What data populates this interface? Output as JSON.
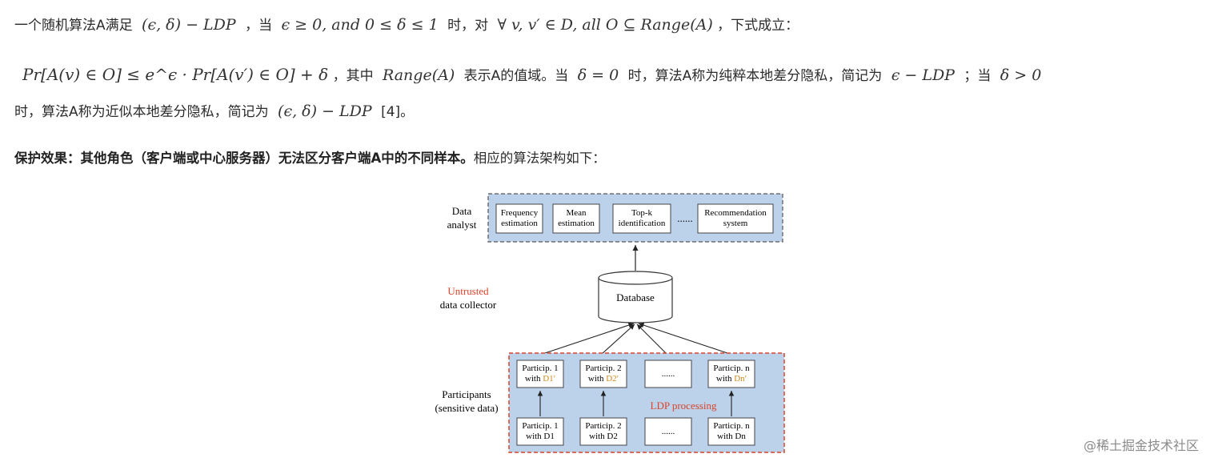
{
  "paragraph1": {
    "t1": "一个随机算法A满足",
    "m1": "(ϵ, δ) − LDP",
    "t2": "，当",
    "m2": "ϵ ≥ 0, and 0 ≤ δ ≤ 1",
    "t3": "时，对",
    "m3": "∀ v, v′ ∈ D, all O ⊆ Range(A)",
    "t4": "，下式成立："
  },
  "paragraph2": {
    "m1": "Pr[A(v) ∈ O] ≤ e^ϵ · Pr[A(v′) ∈ O] + δ",
    "t1": "，其中",
    "m2": "Range(A)",
    "t2": "表示A的值域。当",
    "m3": "δ = 0",
    "t3": "时，算法A称为纯粹本地差分隐私，简记为",
    "m4": "ϵ − LDP",
    "t4": "；当",
    "m5": "δ > 0"
  },
  "paragraph3": {
    "t1": "时，算法A称为近似本地差分隐私，简记为",
    "m1": "(ϵ, δ) − LDP",
    "t2": "[4]。"
  },
  "paragraph4": {
    "bold": "保护效果：其他角色（客户端或中心服务器）无法区分客户端A中的不同样本。",
    "normal": "相应的算法架构如下："
  },
  "diagram": {
    "analyst_label_1": "Data",
    "analyst_label_2": "analyst",
    "boxes_top": [
      {
        "l1": "Frequency",
        "l2": "estimation"
      },
      {
        "l1": "Mean",
        "l2": "estimation"
      },
      {
        "l1": "Top-k",
        "l2": "identification"
      },
      {
        "l1": "Recommendation",
        "l2": "system"
      }
    ],
    "ellipsis": "......",
    "collector_label_1": "Untrusted",
    "collector_label_2": "data collector",
    "database": "Database",
    "participants_label_1": "Participants",
    "participants_label_2": "(sensitive data)",
    "upper_boxes": [
      {
        "l1": "Particip. 1",
        "l2a": "with ",
        "l2b": "D1′"
      },
      {
        "l1": "Particip. 2",
        "l2a": "with ",
        "l2b": "D2′"
      },
      {
        "l1": "......",
        "l2a": "",
        "l2b": ""
      },
      {
        "l1": "Particip. n",
        "l2a": "with ",
        "l2b": "Dn′"
      }
    ],
    "lower_boxes": [
      {
        "l1": "Particip. 1",
        "l2": "with D1"
      },
      {
        "l1": "Particip. 2",
        "l2": "with D2"
      },
      {
        "l1": "......",
        "l2": ""
      },
      {
        "l1": "Particip. n",
        "l2": "with Dn"
      }
    ],
    "ldp_label": "LDP processing",
    "colors": {
      "panel": "#bcd2ea",
      "red": "#d9432a",
      "orange": "#d28a1c"
    }
  },
  "watermark": "@稀土掘金技术社区"
}
